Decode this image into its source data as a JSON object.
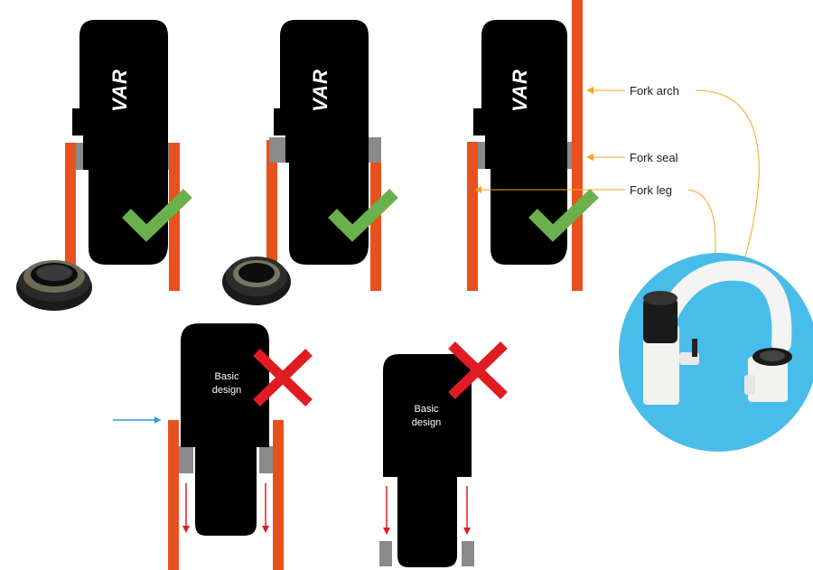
{
  "tool_brand": "VAR",
  "basic_design_text": [
    "Basic",
    "design"
  ],
  "labels": {
    "fork_arch": "Fork arch",
    "fork_seal": "Fork seal",
    "fork_leg": "Fork leg"
  },
  "colors": {
    "fork_leg": "#e8501e",
    "seal": "#8a8a8a",
    "tool": "#000000",
    "check": "#6ab04c",
    "cross": "#e01b22",
    "leader": "#f5a623",
    "push_arrow": "#2b9be0",
    "down_arrow": "#e01b22",
    "fork_photo_bg": "#49bdea"
  },
  "icons": [
    "check-icon",
    "cross-icon",
    "fork-seal-photo",
    "fork-arch-photo"
  ]
}
